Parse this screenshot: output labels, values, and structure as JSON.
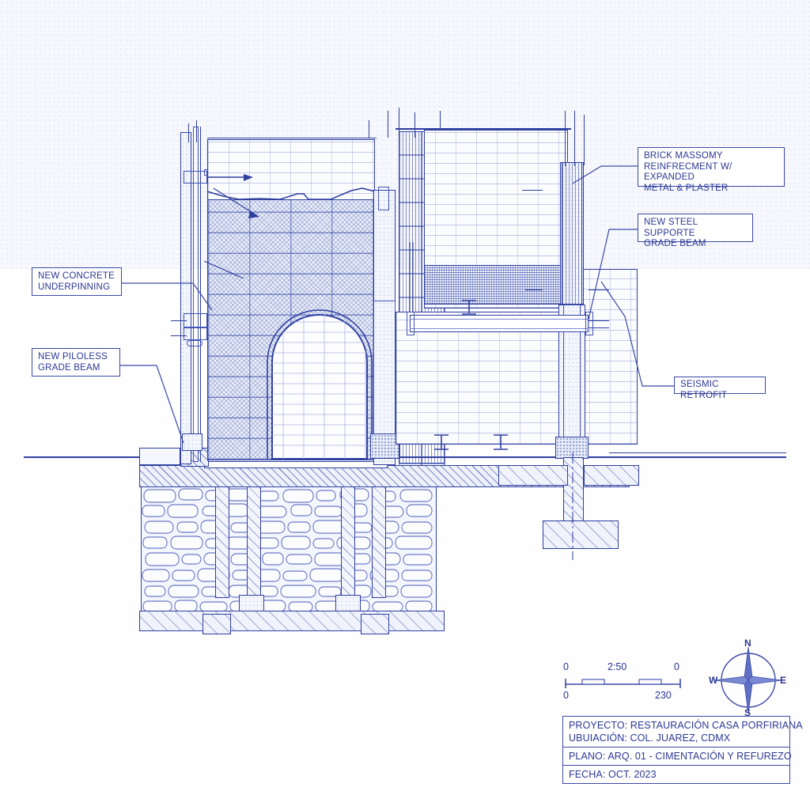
{
  "drawing": {
    "type": "architectural-section",
    "subject": "building foundation & seismic retrofit section"
  },
  "callouts": [
    {
      "id": "brick-masonry-reinforcement",
      "text": "BRICK MASSOMY\nREINFRECMENT W/ EXPANDED\nMETAL & PLASTER"
    },
    {
      "id": "new-steel-support-grade-beam",
      "text": "NEW STEEL SUPPORTE\nGRADE BEAM"
    },
    {
      "id": "new-concrete-underpinning",
      "text": "NEW CONCRETE\nUNDERPINNING"
    },
    {
      "id": "new-pileless-grade-beam",
      "text": "NEW PILOLESS\nGRADE BEAM"
    },
    {
      "id": "seismic-retrofit",
      "text": "SEISMIC RETROFIT"
    }
  ],
  "scalebar": {
    "top_left": "0",
    "top_center": "2:50",
    "top_right": "0",
    "bottom_left": "0",
    "bottom_right": "230"
  },
  "compass": {
    "north": "N",
    "east": "E",
    "south": "S",
    "west": "W"
  },
  "titleblock": {
    "proyecto": "PROYECTO: RESTAURACIÓN CASA PORFIRIANA",
    "ubicacion": "UBUIACIÓN: COL. JUAREZ, CDMX",
    "plano": "PLANO: ARQ. 01 - CIMENTACIÓN Y REFUREZO",
    "fecha": "FECHA: OCT. 2023"
  },
  "colors": {
    "ink": "#2f3fa0",
    "ink_light": "#6677c8",
    "paper": "#ffffff",
    "label_text": "#2b3794"
  }
}
